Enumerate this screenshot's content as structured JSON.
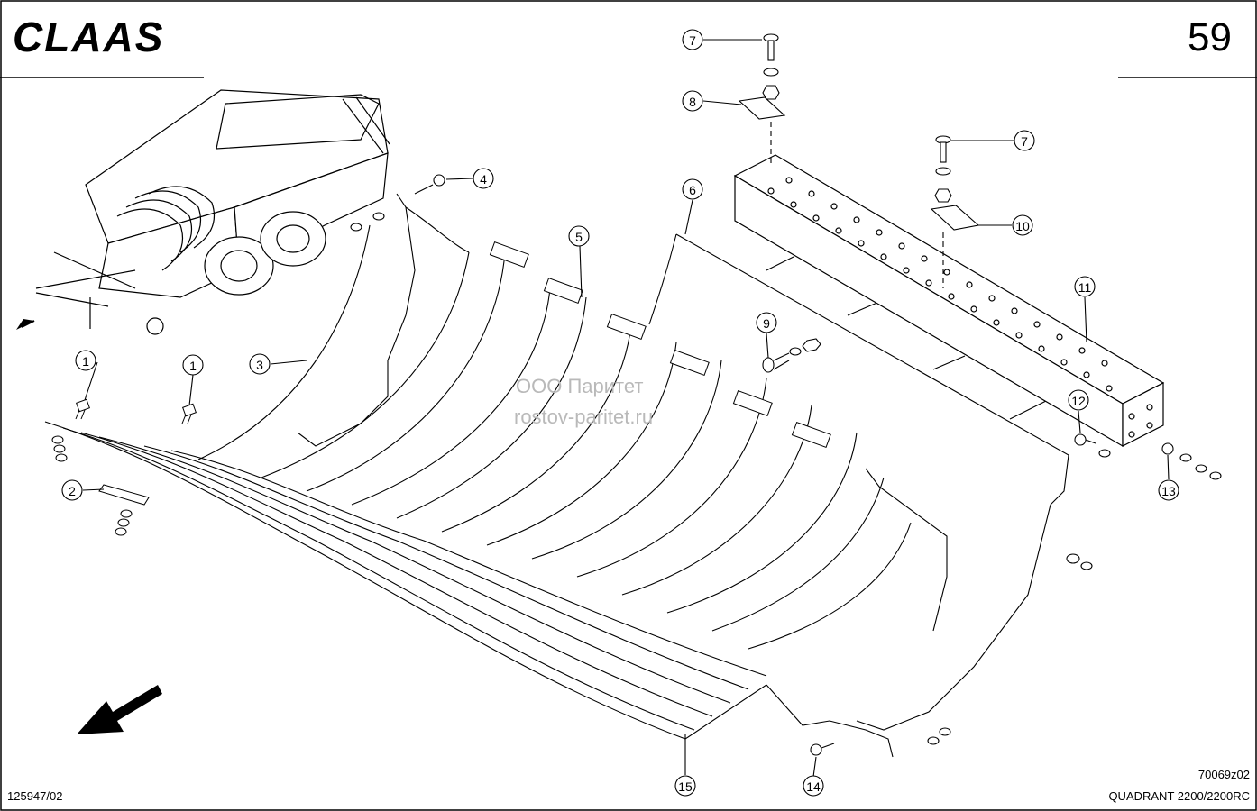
{
  "header": {
    "brand": "CLAAS",
    "page_number": "59"
  },
  "watermark": {
    "line1": "ООО Паритет",
    "line2": "rostov-paritet.ru"
  },
  "footer": {
    "doc_code_left": "125947/02",
    "drawing_code": "70069z02",
    "model": "QUADRANT 2200/2200RC"
  },
  "callouts": [
    "1",
    "1",
    "2",
    "3",
    "4",
    "5",
    "6",
    "7",
    "7",
    "8",
    "9",
    "10",
    "11",
    "12",
    "13",
    "14",
    "15"
  ]
}
